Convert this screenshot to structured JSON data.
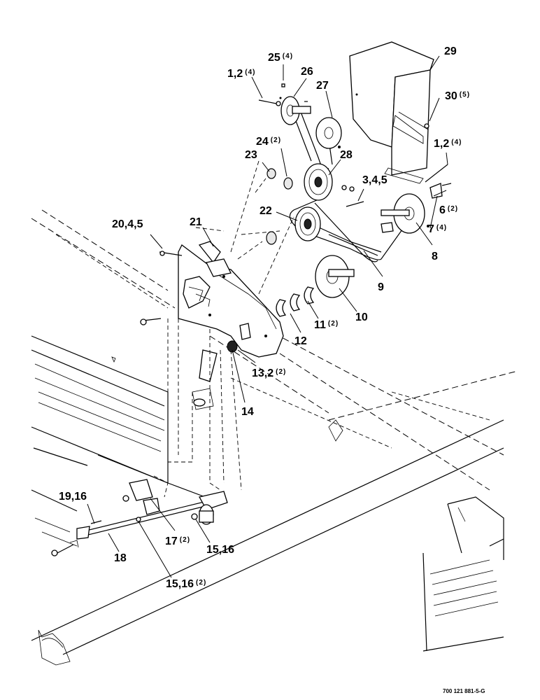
{
  "drawing_number": "700 121 881-5-G",
  "callouts": [
    {
      "id": "c1",
      "text": "1,2",
      "count": "(4)"
    },
    {
      "id": "c2",
      "text": "25",
      "count": "(4)"
    },
    {
      "id": "c3",
      "text": "26",
      "count": ""
    },
    {
      "id": "c4",
      "text": "27",
      "count": ""
    },
    {
      "id": "c5",
      "text": "29",
      "count": ""
    },
    {
      "id": "c6",
      "text": "30",
      "count": "(5)"
    },
    {
      "id": "c7",
      "text": "24",
      "count": "(2)"
    },
    {
      "id": "c8",
      "text": "23",
      "count": ""
    },
    {
      "id": "c9",
      "text": "28",
      "count": ""
    },
    {
      "id": "c10",
      "text": "1,2",
      "count": "(4)"
    },
    {
      "id": "c11",
      "text": "3,4,5",
      "count": ""
    },
    {
      "id": "c12",
      "text": "6",
      "count": "(2)"
    },
    {
      "id": "c13",
      "text": "7",
      "count": "(4)"
    },
    {
      "id": "c14",
      "text": "22",
      "count": ""
    },
    {
      "id": "c15",
      "text": "20,4,5",
      "count": ""
    },
    {
      "id": "c16",
      "text": "21",
      "count": ""
    },
    {
      "id": "c17",
      "text": "8",
      "count": ""
    },
    {
      "id": "c18",
      "text": "9",
      "count": ""
    },
    {
      "id": "c19",
      "text": "10",
      "count": ""
    },
    {
      "id": "c20",
      "text": "11",
      "count": "(2)"
    },
    {
      "id": "c21",
      "text": "12",
      "count": ""
    },
    {
      "id": "c22",
      "text": "13,2",
      "count": "(2)"
    },
    {
      "id": "c23",
      "text": "14",
      "count": ""
    },
    {
      "id": "c24",
      "text": "19,16",
      "count": ""
    },
    {
      "id": "c25",
      "text": "17",
      "count": "(2)"
    },
    {
      "id": "c26",
      "text": "15,16",
      "count": ""
    },
    {
      "id": "c27",
      "text": "18",
      "count": ""
    },
    {
      "id": "c28",
      "text": "15,16",
      "count": "(2)"
    }
  ]
}
